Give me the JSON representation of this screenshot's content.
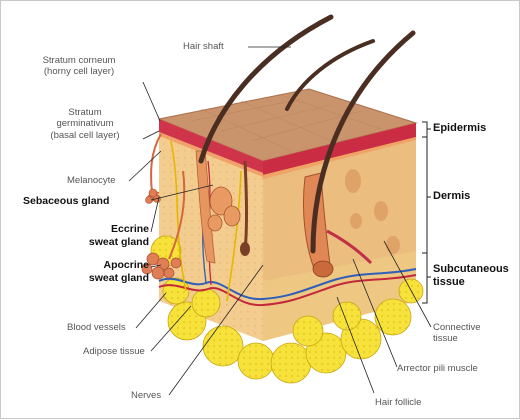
{
  "labels": {
    "hair_shaft": "Hair shaft",
    "stratum_corneum": "Stratum corneum",
    "stratum_corneum_sub": "(horny cell layer)",
    "stratum_germinativum": "Stratum",
    "stratum_germinativum_2": "germinativum",
    "stratum_germinativum_sub": "(basal cell layer)",
    "melanocyte": "Melanocyte",
    "sebaceous_gland": "Sebaceous gland",
    "eccrine_1": "Eccrine",
    "eccrine_2": "sweat gland",
    "apocrine_1": "Apocrine",
    "apocrine_2": "sweat gland",
    "blood_vessels": "Blood vessels",
    "adipose_tissue": "Adipose tissue",
    "nerves": "Nerves",
    "hair_follicle": "Hair follicle",
    "arrector_pili": "Arrector pili muscle",
    "connective_1": "Connective",
    "connective_2": "tissue"
  },
  "layers": {
    "epidermis": "Epidermis",
    "dermis": "Dermis",
    "subcutaneous_1": "Subcutaneous",
    "subcutaneous_2": "tissue"
  },
  "colors": {
    "top_surface": "#c9936b",
    "epidermis_red": "#d0344a",
    "dermis": "#f2c98a",
    "dermis_right": "#e9b97a",
    "fat": "#f6e23a",
    "hair": "#4a2e22",
    "gland": "#e07f55",
    "vessel_blue": "#2f5fb8",
    "vessel_red": "#c2283a"
  }
}
